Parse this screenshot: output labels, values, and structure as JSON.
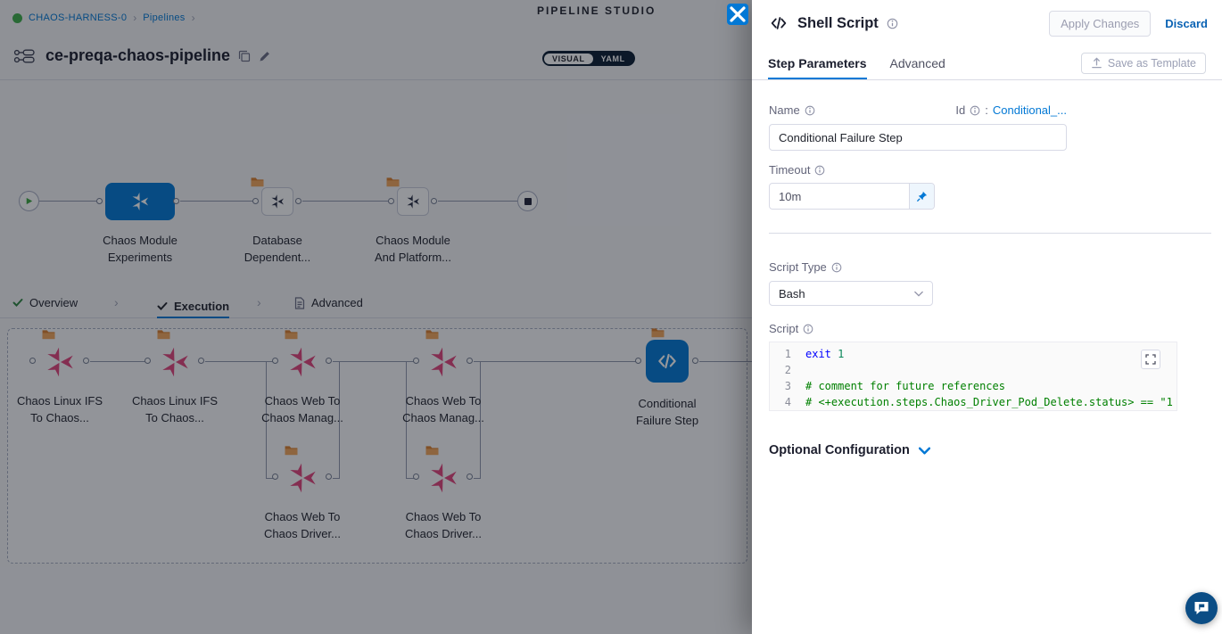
{
  "colors": {
    "primary": "#0278d5",
    "chaos_pink": "#e0457b",
    "folder_orange": "#e8913c"
  },
  "breadcrumb": {
    "project": "CHAOS-HARNESS-0",
    "separator": "›",
    "section": "Pipelines"
  },
  "studio": {
    "header": "PIPELINE STUDIO",
    "pipeline_name": "ce-preqa-chaos-pipeline",
    "visual_label": "VISUAL",
    "yaml_label": "YAML"
  },
  "stages": {
    "nodes": [
      {
        "label": "Chaos Module Experiments"
      },
      {
        "label": "Database Dependent..."
      },
      {
        "label": "Chaos Module And Platform..."
      }
    ]
  },
  "nav_tabs": {
    "overview": "Overview",
    "execution": "Execution",
    "advanced": "Advanced",
    "separator": "›"
  },
  "graph": {
    "nodes": [
      {
        "label": "Chaos Linux IFS To Chaos..."
      },
      {
        "label": "Chaos Linux IFS To Chaos..."
      },
      {
        "label": "Chaos Web To Chaos Manag..."
      },
      {
        "label": "Chaos Web To Chaos Manag..."
      },
      {
        "label": "Conditional Failure Step"
      },
      {
        "label": "Chaos Web To Chaos Driver..."
      },
      {
        "label": "Chaos Web To Chaos Driver..."
      }
    ]
  },
  "panel": {
    "title": "Shell Script",
    "apply_button": "Apply Changes",
    "discard_button": "Discard",
    "tabs": {
      "step_parameters": "Step Parameters",
      "advanced": "Advanced"
    },
    "save_as_template": "Save as Template",
    "form": {
      "name_label": "Name",
      "id_label": "Id",
      "id_colon": ":",
      "id_value": "Conditional_...",
      "name_value": "Conditional Failure Step",
      "timeout_label": "Timeout",
      "timeout_value": "10m",
      "script_type_label": "Script Type",
      "script_type_value": "Bash",
      "script_label": "Script",
      "optional_configuration": "Optional Configuration"
    },
    "editor": {
      "lines": [
        {
          "num": "1",
          "segments": [
            {
              "text": "exit ",
              "cls": "kw"
            },
            {
              "text": "1",
              "cls": "num"
            }
          ]
        },
        {
          "num": "2",
          "segments": []
        },
        {
          "num": "3",
          "segments": [
            {
              "text": "# comment for future references",
              "cls": "comment"
            }
          ]
        },
        {
          "num": "4",
          "segments": [
            {
              "text": "# <+execution.steps.Chaos_Driver_Pod_Delete.status> == \"1",
              "cls": "comment"
            }
          ]
        }
      ]
    }
  }
}
